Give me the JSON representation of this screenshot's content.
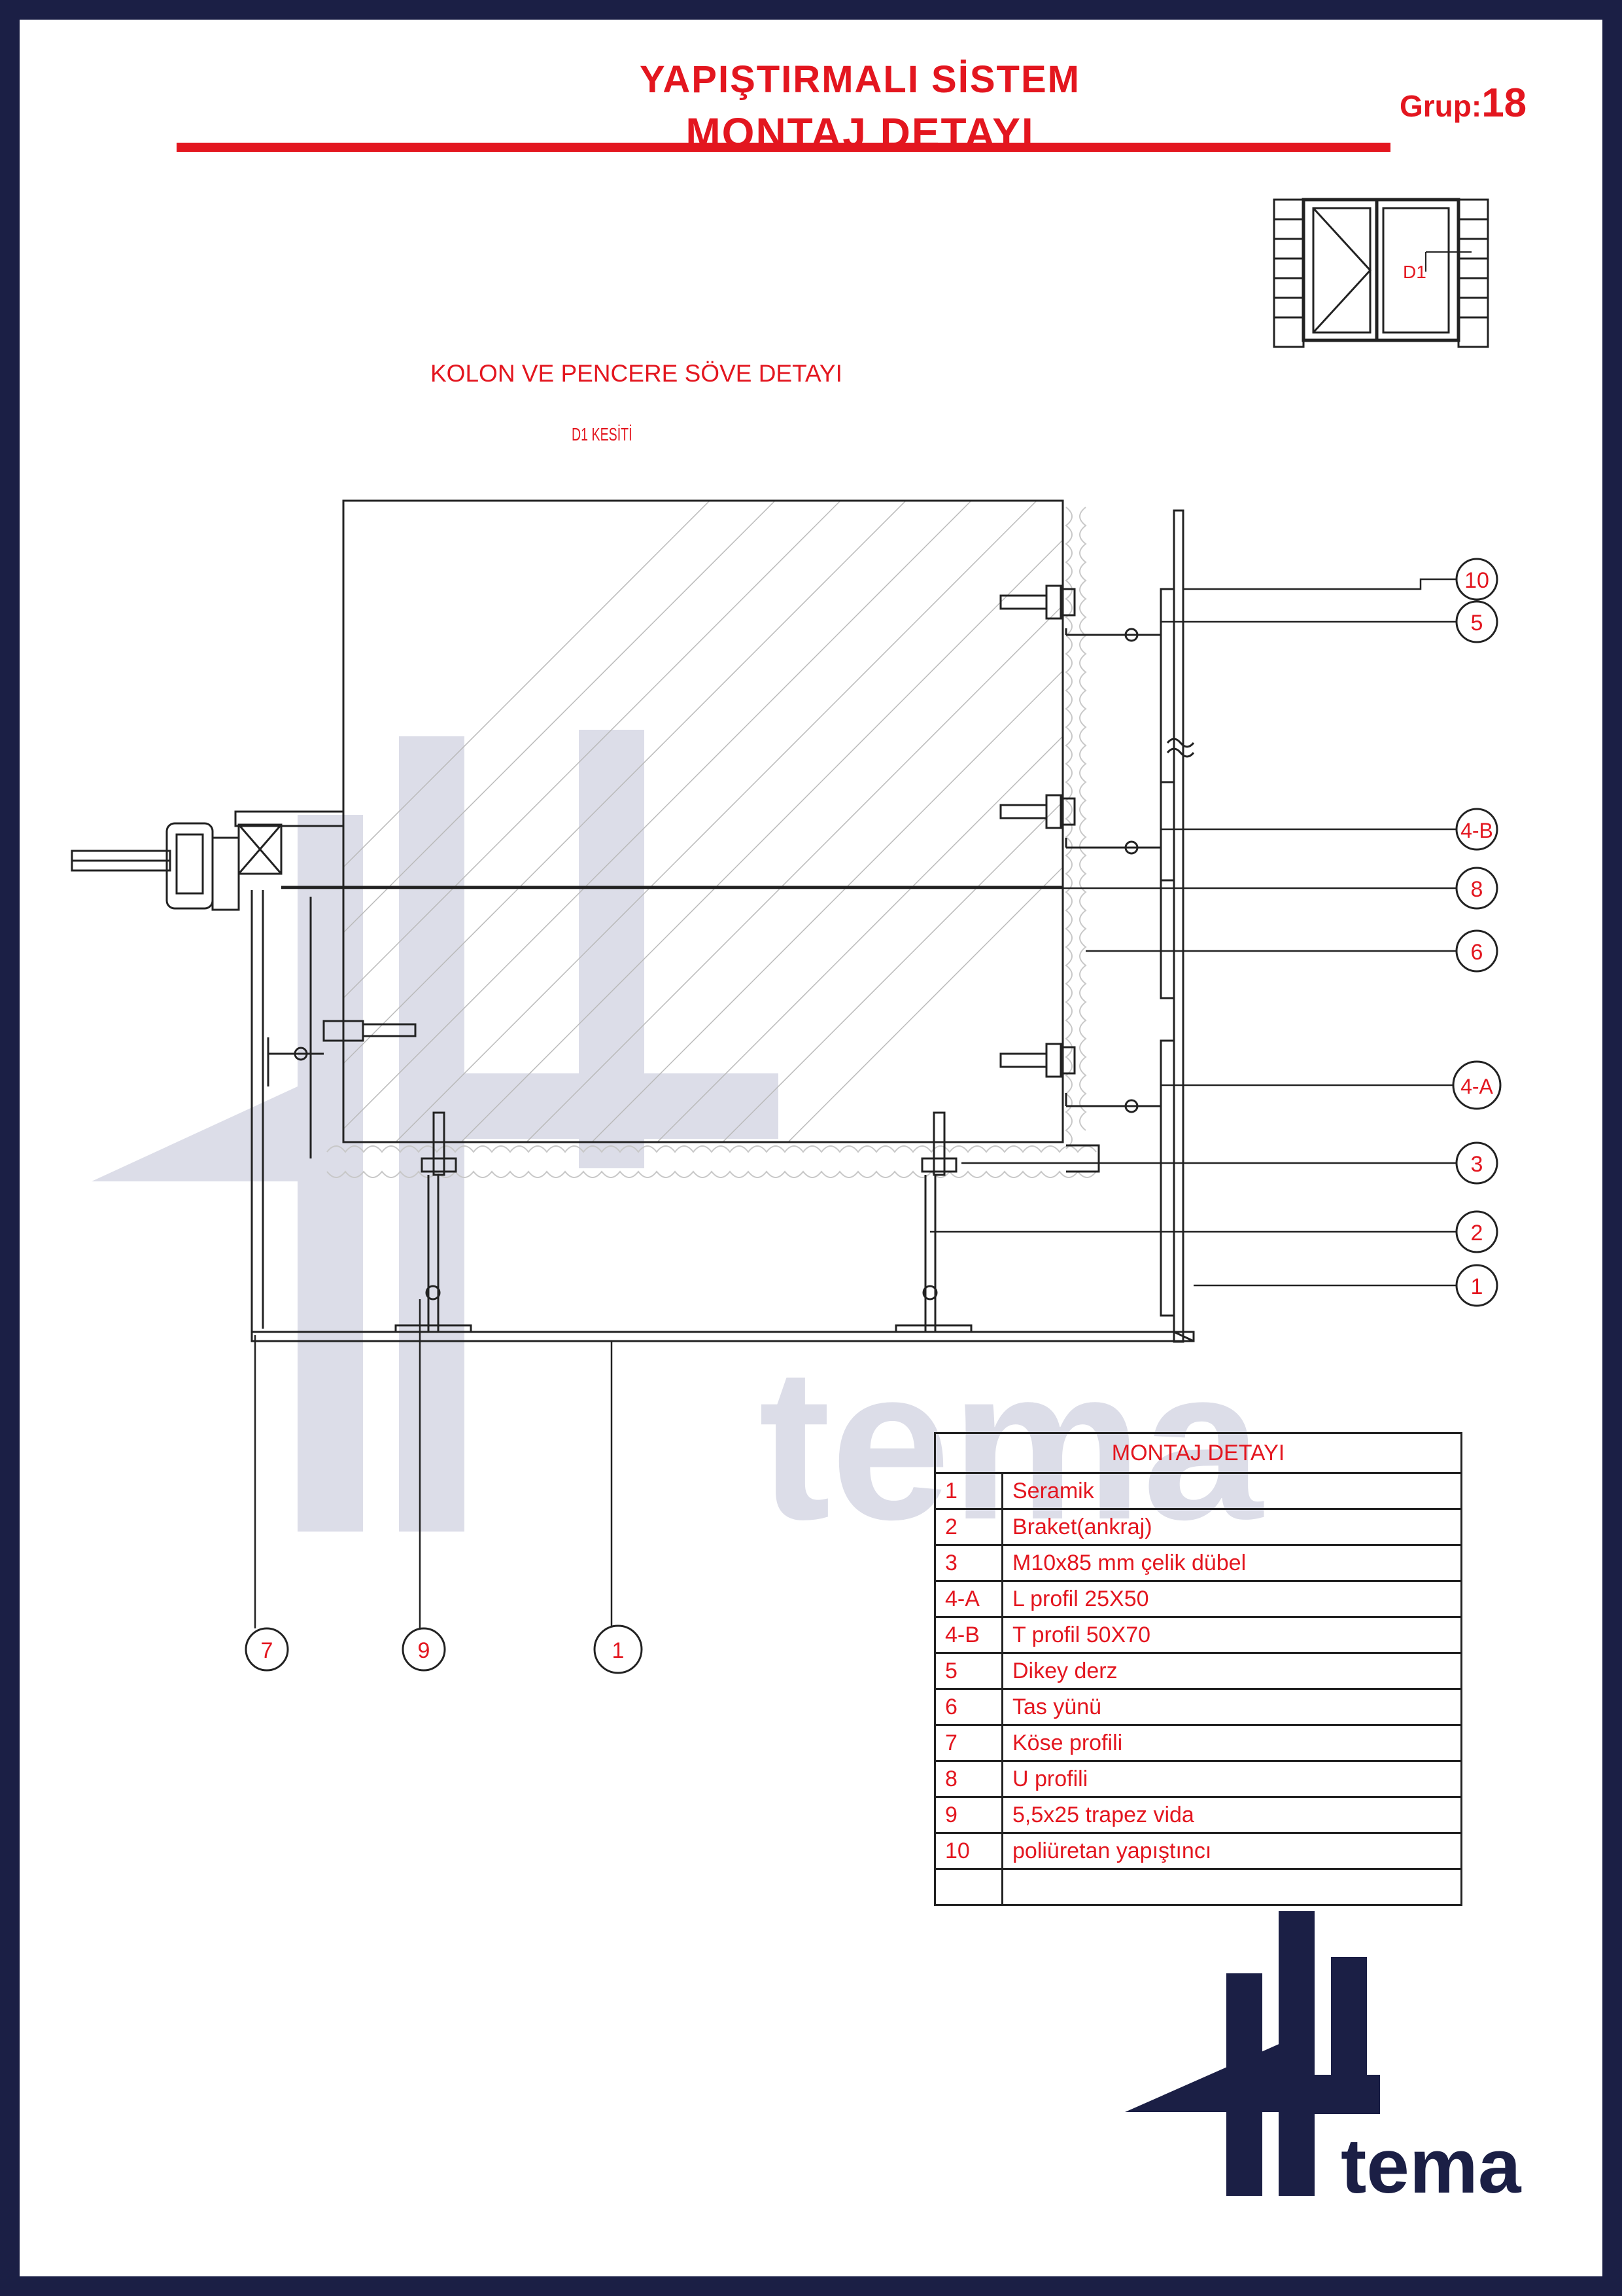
{
  "header": {
    "title_line1": "YAPIŞTIRMALI SİSTEM",
    "title_line2": "MONTAJ DETAYI",
    "group_label": "Grup:",
    "group_number": "18"
  },
  "section": {
    "title": "KOLON VE PENCERE SÖVE DETAYI",
    "subtitle": "D1 KESİTİ"
  },
  "key_plan": {
    "label": "D1"
  },
  "callouts_right": [
    "10",
    "5",
    "4-B",
    "8",
    "6",
    "4-A",
    "3",
    "2",
    "1"
  ],
  "callouts_bottom": [
    "7",
    "9",
    "1"
  ],
  "legend": {
    "title": "MONTAJ DETAYI",
    "rows": [
      {
        "no": "1",
        "text": "Seramik"
      },
      {
        "no": "2",
        "text": "Braket(ankraj)"
      },
      {
        "no": "3",
        "text": "M10x85 mm çelik dübel"
      },
      {
        "no": "4-A",
        "text": "L profil 25X50"
      },
      {
        "no": "4-B",
        "text": "T profil 50X70"
      },
      {
        "no": "5",
        "text": "Dikey derz"
      },
      {
        "no": "6",
        "text": "Tas yünü"
      },
      {
        "no": "7",
        "text": "Köse profili"
      },
      {
        "no": "8",
        "text": "U profili"
      },
      {
        "no": "9",
        "text": "5,5x25 trapez vida"
      },
      {
        "no": "10",
        "text": "poliüretan yapıştıncı"
      },
      {
        "no": "",
        "text": ""
      }
    ]
  },
  "logo": {
    "text": "tema"
  },
  "colors": {
    "accent": "#e3161f",
    "navy": "#1b1f45",
    "watermark": "#dcdde8"
  }
}
